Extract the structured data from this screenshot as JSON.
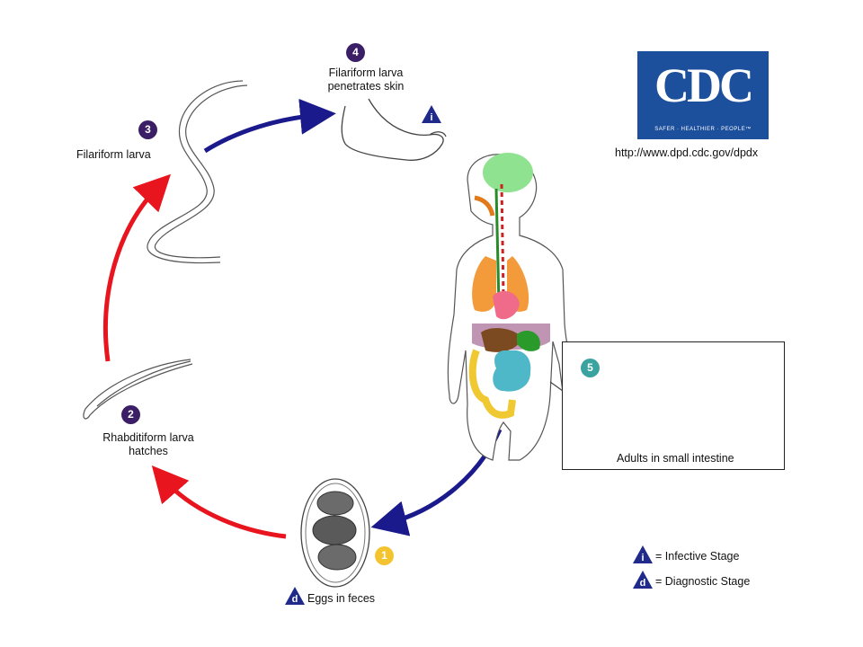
{
  "stages": [
    {
      "number": "1",
      "label": "Eggs in feces",
      "stage_marker": "d"
    },
    {
      "number": "2",
      "label": "Rhabditiform larva hatches",
      "line1": "Rhabditiform larva",
      "line2": "hatches"
    },
    {
      "number": "3",
      "label": "Filariform larva"
    },
    {
      "number": "4",
      "label": "Filariform larva penetrates skin",
      "line1": "Filariform larva",
      "line2": "penetrates skin",
      "stage_marker": "i"
    },
    {
      "number": "5",
      "label": "Adults in small intestine"
    }
  ],
  "legend": [
    {
      "marker": "i",
      "text": "= Infective Stage"
    },
    {
      "marker": "d",
      "text": "= Diagnostic Stage"
    }
  ],
  "logo": {
    "text": "CDC",
    "tagline": "SAFER · HEALTHIER · PEOPLE™"
  },
  "source_url": "http://www.dpd.cdc.gov/dpdx",
  "colors": {
    "infective_arrow": "#1a1a8c",
    "developmental_arrow": "#e8141e",
    "stage_badge": "#3b1f66",
    "adult_badge": "#3aa3a0",
    "egg_badge": "#f4c430",
    "marker_triangle": "#1f2a8a",
    "logo_blue": "#1c4f9c"
  },
  "icons": [
    "egg-drawing",
    "rhabditiform-larva-drawing",
    "filariform-larva-drawing",
    "foot-drawing",
    "human-body-drawing",
    "adult-worms-drawing",
    "cdc-logo"
  ]
}
